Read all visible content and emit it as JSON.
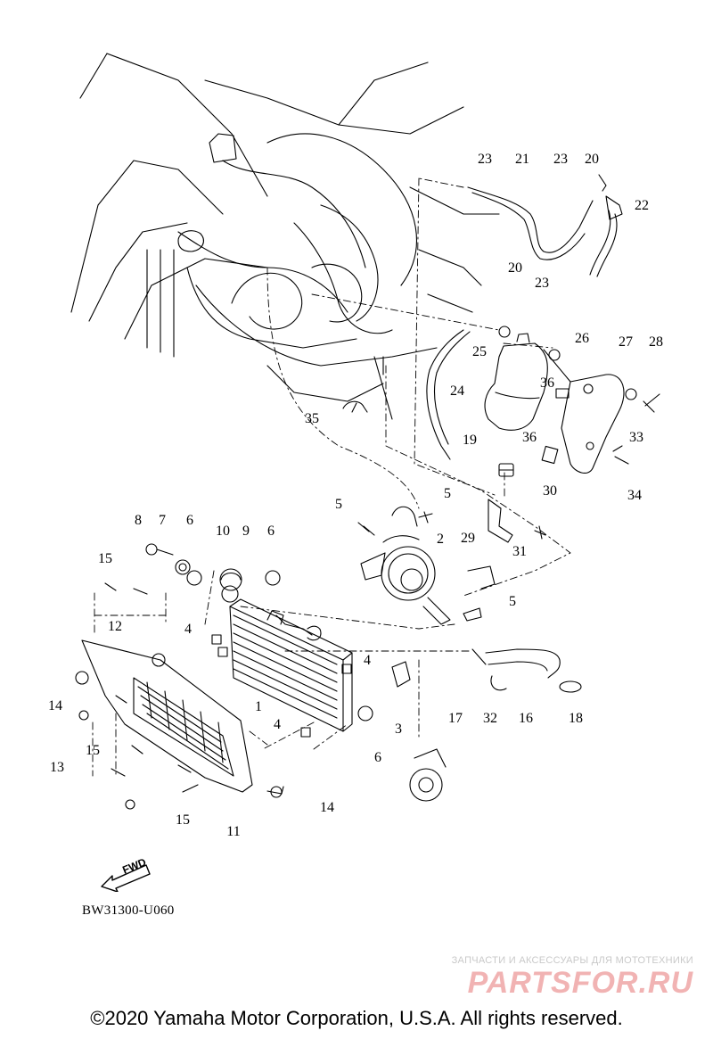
{
  "callouts": [
    "1",
    "2",
    "3",
    "4",
    "4",
    "4",
    "5",
    "5",
    "5",
    "6",
    "6",
    "6",
    "7",
    "8",
    "9",
    "10",
    "11",
    "12",
    "13",
    "14",
    "14",
    "15",
    "15",
    "15",
    "16",
    "17",
    "18",
    "19",
    "20",
    "20",
    "21",
    "22",
    "23",
    "23",
    "23",
    "24",
    "25",
    "26",
    "27",
    "28",
    "29",
    "30",
    "31",
    "32",
    "33",
    "34",
    "35",
    "36",
    "36"
  ],
  "fwd_label": "FWD",
  "diagram_code": "BW31300-U060",
  "watermark": {
    "tagline": "ЗАПЧАСТИ И АКСЕССУАРЫ ДЛЯ МОТОТЕХНИКИ",
    "brand": "PARTSFOR.RU"
  },
  "copyright": "©2020 Yamaha Motor Corporation, U.S.A. All rights reserved.",
  "colors": {
    "line": "#000000",
    "watermark_brand": "#f1b3b3",
    "watermark_tagline": "#c9c9c9"
  }
}
